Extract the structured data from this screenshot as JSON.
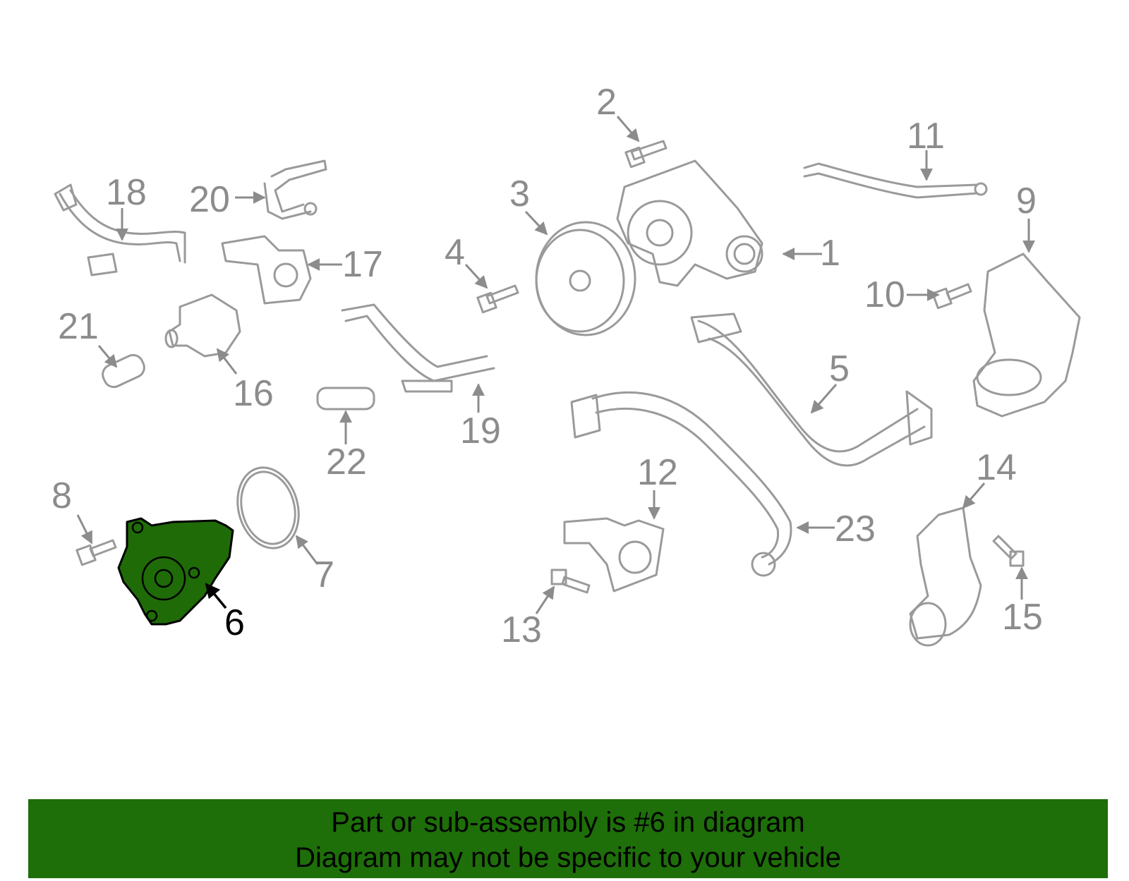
{
  "highlight_part": "6",
  "colors": {
    "banner_bg": "#1e6e09",
    "highlight_fill": "#1f6b08",
    "line": "#9a9a9a",
    "label": "#8c8c8c"
  },
  "callouts": [
    "1",
    "2",
    "3",
    "4",
    "5",
    "6",
    "7",
    "8",
    "9",
    "10",
    "11",
    "12",
    "13",
    "14",
    "15",
    "16",
    "17",
    "18",
    "19",
    "20",
    "21",
    "22",
    "23"
  ],
  "banner": {
    "line1": "Part or sub-assembly is #6 in diagram",
    "line2": "Diagram may not be specific to your vehicle"
  }
}
